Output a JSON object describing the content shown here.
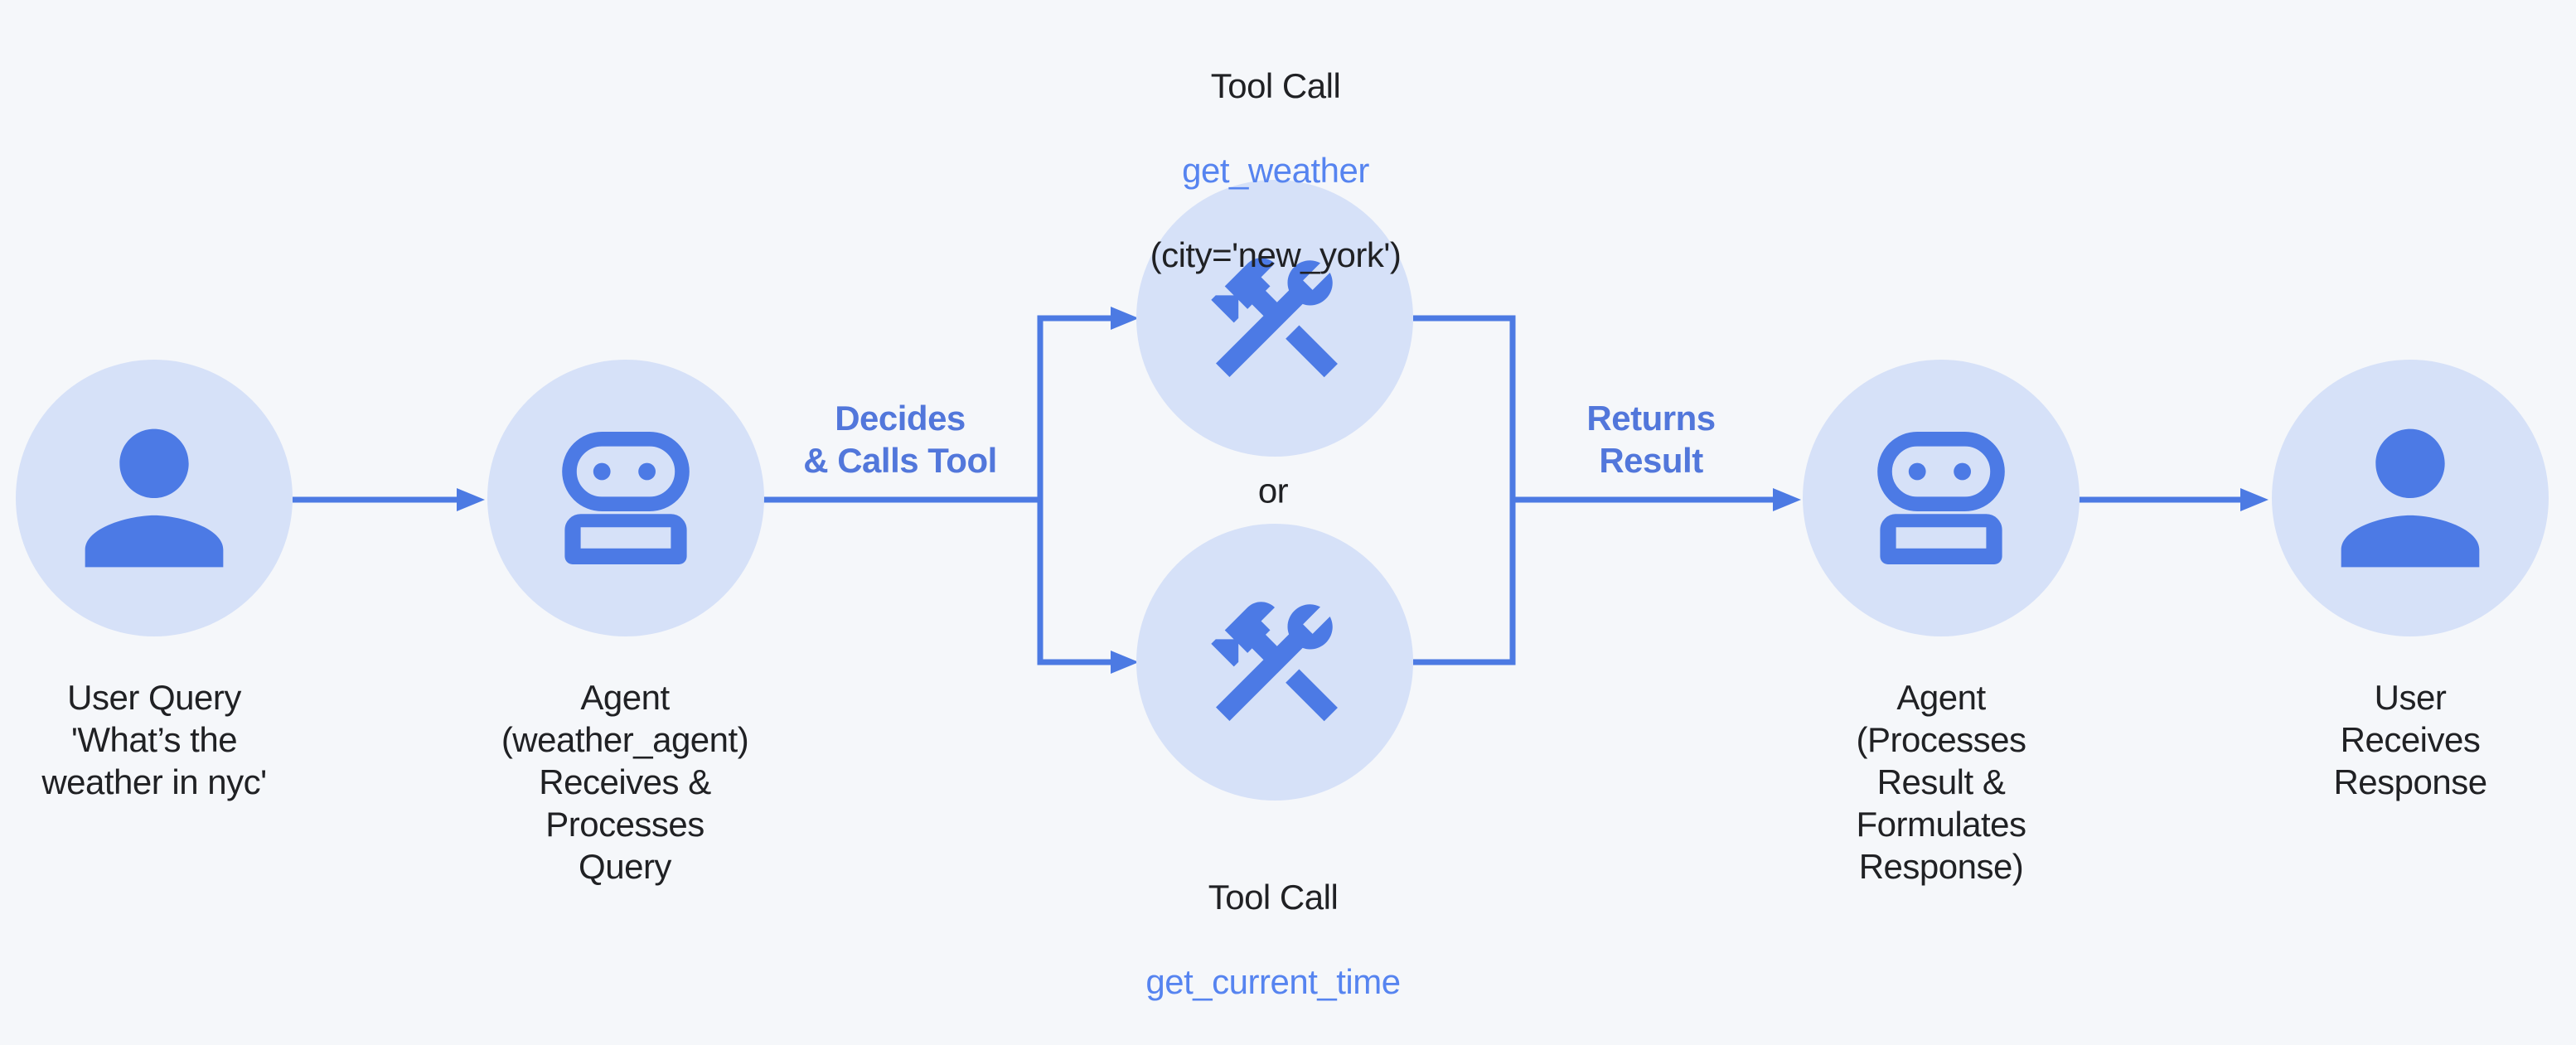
{
  "colors": {
    "background": "#F5F7FA",
    "circle_fill": "#D6E1F8",
    "icon_blue": "#4C7AE5",
    "arrow_blue": "#4C7AE3",
    "text_dark": "#202124",
    "label_blue": "#5277DB",
    "tool_name_blue": "#5684F0"
  },
  "nodes": {
    "user_query": {
      "icon": "person-icon",
      "label_lines": [
        "User Query",
        "'What’s the",
        "weather in nyc'"
      ]
    },
    "agent_receives": {
      "icon": "robot-icon",
      "label_lines": [
        "Agent",
        "(weather_agent)",
        "Receives &",
        "Processes",
        "Query"
      ]
    },
    "tool_get_weather": {
      "icon": "tools-icon",
      "title": "Tool Call",
      "tool_name": "get_weather",
      "args": "(city='new_york')"
    },
    "tool_get_current_time": {
      "icon": "tools-icon",
      "title": "Tool Call",
      "tool_name": "get_current_time"
    },
    "agent_responds": {
      "icon": "robot-icon",
      "label_lines": [
        "Agent",
        "(Processes",
        "Result &",
        "Formulates",
        "Response)"
      ]
    },
    "user_receives": {
      "icon": "person-icon",
      "label_lines": [
        "User Receives",
        "Response"
      ]
    }
  },
  "edges": {
    "decides_label_lines": [
      "Decides",
      "& Calls Tool"
    ],
    "returns_label_lines": [
      "Returns",
      "Result"
    ],
    "or_label": "or"
  }
}
